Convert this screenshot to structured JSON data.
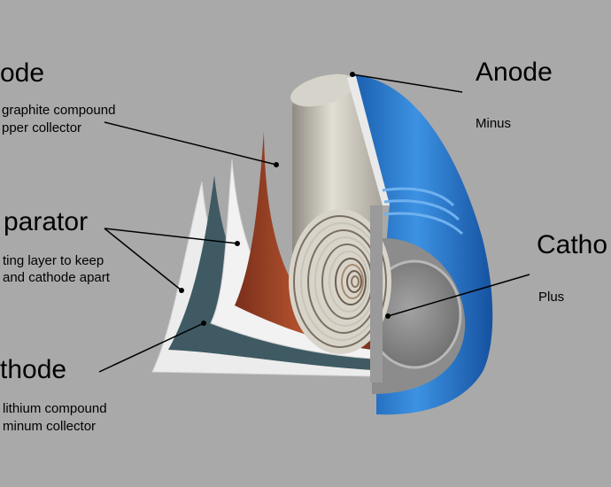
{
  "labels": {
    "anode_left": {
      "title": "ode",
      "line1": "graphite compound",
      "line2": "pper collector"
    },
    "separator": {
      "title": "parator",
      "line1": "ting layer to keep",
      "line2": "and cathode apart"
    },
    "cathode_left": {
      "title": "thode",
      "line1": "lithium compound",
      "line2": "minum collector"
    },
    "anode_right": {
      "title": "Anode",
      "desc": "Minus"
    },
    "cathode_right": {
      "title": "Catho",
      "desc": "Plus"
    }
  },
  "colors": {
    "background": "#a9a9a9",
    "casing_blue": "#1e6fc4",
    "casing_blue_light": "#3d92e3",
    "anode_copper": "#a0452a",
    "separator_white": "#ececec",
    "cathode_slate": "#3f5a63",
    "core_silver": "#b8b4aa",
    "end_cap_grey": "#8c8c8c"
  }
}
